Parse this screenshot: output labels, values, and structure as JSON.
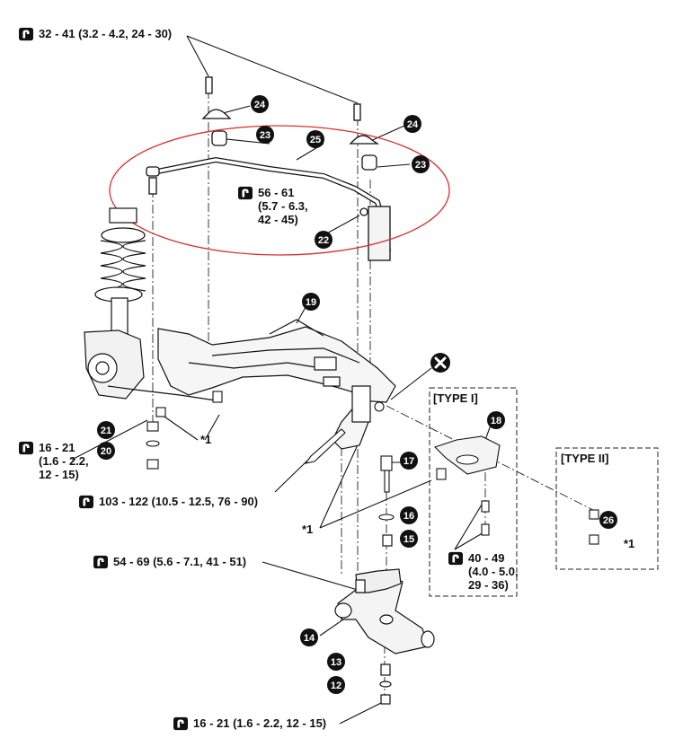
{
  "torque_specs": {
    "t1": "32 - 41 (3.2 - 4.2, 24 - 30)",
    "t2": "56 - 61\n(5.7 - 6.3,\n42 - 45)",
    "t3": "16 - 21\n(1.6 - 2.2,\n12 - 15)",
    "t4": "103 - 122 (10.5 - 12.5, 76 - 90)",
    "t5": "54 - 69 (5.6 - 7.1, 41 - 51)",
    "t6": "40 - 49\n(4.0 - 5.0,\n29 - 36)",
    "t7": "16 - 21 (1.6 - 2.2, 12 - 15)"
  },
  "type_labels": {
    "type1": "[TYPE I]",
    "type2": "[TYPE II]"
  },
  "footnote_marks": {
    "a": "*1",
    "b": "*1",
    "c": "*1"
  },
  "callouts": {
    "c12": "12",
    "c13": "13",
    "c14": "14",
    "c15": "15",
    "c16": "16",
    "c17": "17",
    "c18": "18",
    "c19": "19",
    "c20": "20",
    "c21": "21",
    "c22": "22",
    "c23a": "23",
    "c23b": "23",
    "c24a": "24",
    "c24b": "24",
    "c25": "25",
    "c26": "26"
  },
  "icons": [
    "torque-wrench-icon",
    "do-not-reuse-icon"
  ],
  "colors": {
    "ink": "#111111",
    "highlight_ellipse": "#d9302c"
  }
}
